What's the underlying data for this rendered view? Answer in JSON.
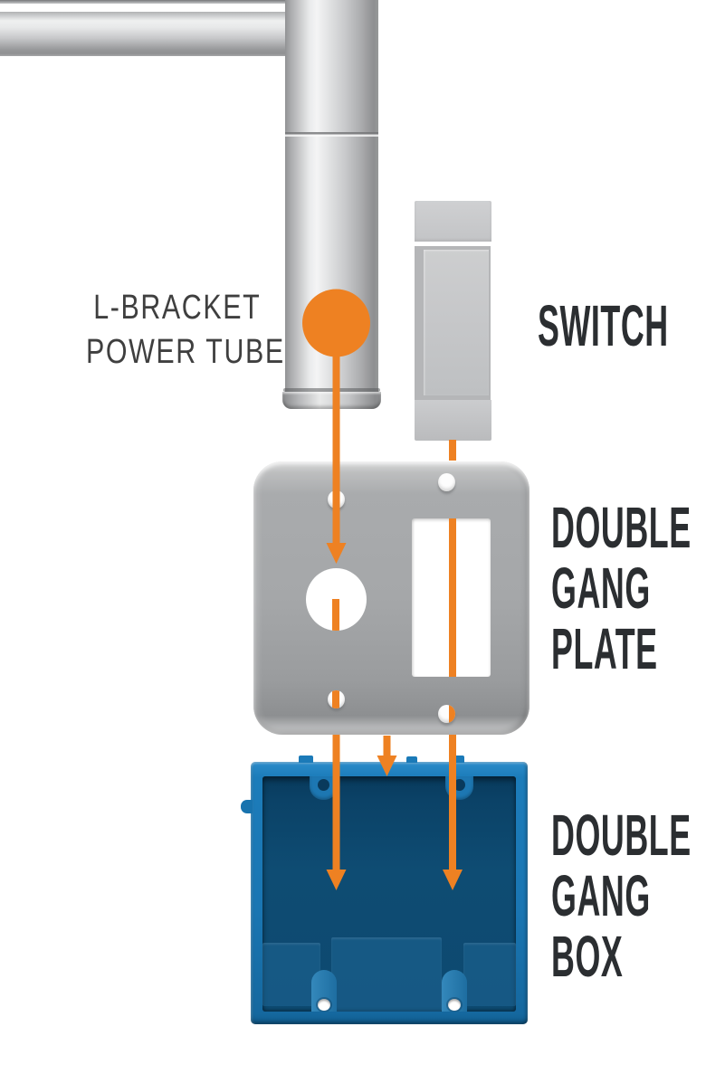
{
  "labels": {
    "power_tube": {
      "line1": "L-BRACKET",
      "line2": "POWER TUBE"
    },
    "switch": {
      "text": "SWITCH"
    },
    "plate": {
      "line1": "DOUBLE",
      "line2": "GANG",
      "line3": "PLATE"
    },
    "box": {
      "line1": "DOUBLE",
      "line2": "GANG",
      "line3": "BOX"
    }
  },
  "colors": {
    "accent_orange": "#EE8122",
    "box_blue": "#1A79B6",
    "box_blue_dark": "#0D4A70",
    "metal_silver": "#C9CACC",
    "label_dark": "#2B2E31",
    "label_gray": "#3F3F3F",
    "background": "#FFFFFF"
  }
}
